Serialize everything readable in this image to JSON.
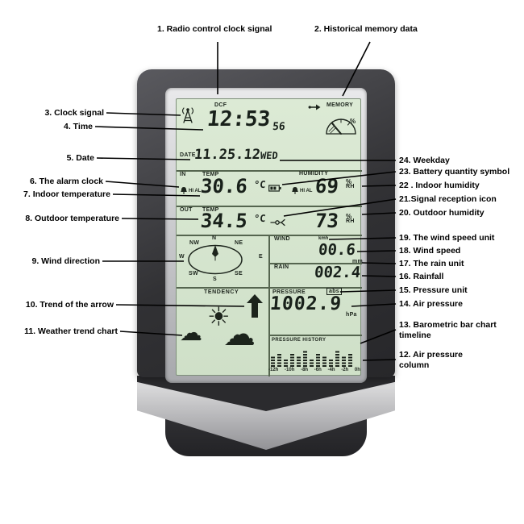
{
  "callouts": {
    "c1": {
      "label": "1. Radio control clock signal"
    },
    "c2": {
      "label": "2. Historical memory data"
    },
    "c3": {
      "label": "3.  Clock signal"
    },
    "c4": {
      "label": "4.  Time"
    },
    "c5": {
      "label": "5.  Date"
    },
    "c6": {
      "label": "6.  The alarm clock"
    },
    "c7": {
      "label": "7. Indoor temperature"
    },
    "c8": {
      "label": "8. Outdoor temperature"
    },
    "c9": {
      "label": "9. Wind direction"
    },
    "c10": {
      "label": "10. Trend of the arrow"
    },
    "c11": {
      "label": "11. Weather trend chart"
    },
    "c12": {
      "label": "12.  Air pressure column"
    },
    "c13": {
      "label": "13. Barometric bar chart timeline"
    },
    "c14": {
      "label": "14. Air pressure"
    },
    "c15": {
      "label": "15.  Pressure unit"
    },
    "c16": {
      "label": "16.  Rainfall"
    },
    "c17": {
      "label": "17. The rain unit"
    },
    "c18": {
      "label": "18. Wind speed"
    },
    "c19": {
      "label": "19. The wind speed unit"
    },
    "c20": {
      "label": "20. Outdoor humidity"
    },
    "c21": {
      "label": "21.Signal reception icon"
    },
    "c22": {
      "label": "22 . Indoor humidity"
    },
    "c23": {
      "label": "23. Battery quantity symbol"
    },
    "c24": {
      "label": "24. Weekday"
    }
  },
  "lcd": {
    "dcf": "DCF",
    "memory": "MEMORY",
    "time": "12:53",
    "seconds": "56",
    "gauge_unit": "%",
    "date_label": "DATE",
    "date": "11.25.12",
    "weekday": "WED",
    "indoor": {
      "zone": "IN",
      "temp_label": "TEMP",
      "alarm": "HI AL",
      "value": "30.6",
      "unit": "°C"
    },
    "outdoor": {
      "zone": "OUT",
      "temp_label": "TEMP",
      "value": "34.5",
      "unit": "°C"
    },
    "humidity": {
      "header": "HUMIDITY",
      "alarm": "HI AL",
      "indoor_value": "69",
      "outdoor_value": "73",
      "unit_pct": "%",
      "unit_rh": "RH"
    },
    "wind": {
      "label": "WIND",
      "unit": "kmh",
      "value": "00.6",
      "compass": {
        "n": "N",
        "ne": "NE",
        "e": "E",
        "se": "SE",
        "s": "S",
        "sw": "SW",
        "w": "W",
        "nw": "NW"
      }
    },
    "rain": {
      "label": "RAIN",
      "unit": "mm",
      "value": "002.4"
    },
    "tendency": {
      "label": "TENDENCY",
      "sun_icon": "☀",
      "cloud_icon": "☁"
    },
    "pressure": {
      "label": "PRESSURE",
      "mode": "abs",
      "value": "1002.9",
      "unit": "hPa",
      "history_label": "PRESSURE  HISTORY",
      "timeline": [
        "-12h",
        "-10h",
        "-8h",
        "-6h",
        "-4h",
        "-2h",
        "0h"
      ],
      "bars": [
        4,
        5,
        3,
        5,
        4,
        6,
        3,
        5,
        4,
        3,
        6,
        4,
        5
      ]
    }
  }
}
